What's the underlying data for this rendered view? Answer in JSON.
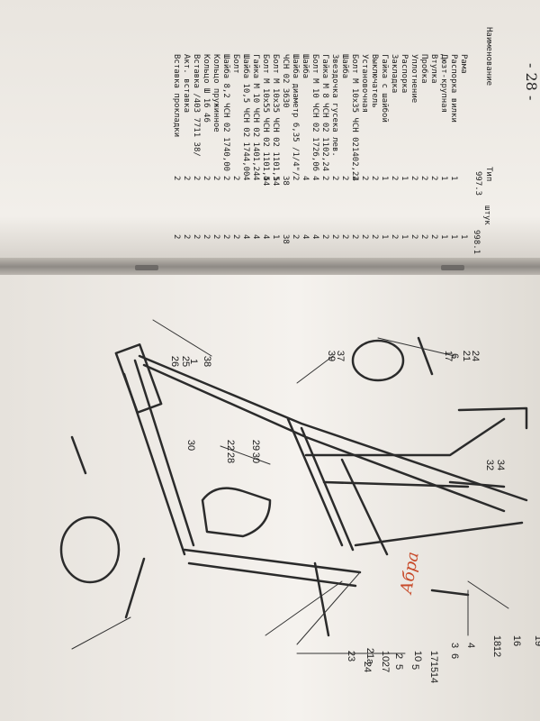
{
  "page_number": "- 28 -",
  "table_headers": {
    "name": "Наименование",
    "type": "Тип",
    "units": "штук",
    "model_a": "997.3",
    "model_b": "998.1",
    "col_index": "1"
  },
  "table_rows": [
    {
      "name": "Рама",
      "a": "",
      "b": "1"
    },
    {
      "name": "Распорка вилки",
      "a": "1",
      "b": "1"
    },
    {
      "name": "Дюзт-крупная",
      "a": "1",
      "b": "1"
    },
    {
      "name": "Втулка",
      "a": "2",
      "b": "2"
    },
    {
      "name": "Пробка",
      "a": "2",
      "b": "2"
    },
    {
      "name": "Уплотнение",
      "a": "2",
      "b": "2"
    },
    {
      "name": "Распорка",
      "a": "1",
      "b": "1"
    },
    {
      "name": "Закладка",
      "a": "2",
      "b": "2"
    },
    {
      "name": "Гайка с шайбой",
      "a": "1",
      "b": "1"
    },
    {
      "name": "Выключатель",
      "a": "2",
      "b": "2"
    },
    {
      "name": "Установочная",
      "a": "2",
      "b": "2"
    },
    {
      "name": "Болт М 10х35 ЧСН 021402,24",
      "a": "2",
      "b": "2"
    },
    {
      "name": "Шайба",
      "a": "2",
      "b": "2"
    },
    {
      "name": "Звездочка гусека лев.",
      "a": "2",
      "b": "2"
    },
    {
      "name": "Гайка М 8 ЧСН 02 1102,24",
      "a": "2",
      "b": "2"
    },
    {
      "name": "Болт М 10 ЧСН 02 1726,06",
      "a": "4",
      "b": "4"
    },
    {
      "name": "Шайба",
      "a": "4",
      "b": "4"
    },
    {
      "name": "Шайба диаметр 6,35 /1/4\"/",
      "a": "2",
      "b": "2"
    },
    {
      "name": "ЧСН 02 3630",
      "a": "38",
      "b": "38"
    },
    {
      "name": "Болт М 10х35 ЧСН 02 1101,54",
      "a": "1",
      "b": "1"
    },
    {
      "name": "Болт М 10х55 ЧСН 02 1101,54",
      "a": "4",
      "b": "4"
    },
    {
      "name": "Гайка М 10 ЧСН 02 1401,24",
      "a": "4",
      "b": "4"
    },
    {
      "name": "Шайба 10,5 ЧСН 02 1744,00",
      "a": "4",
      "b": "4"
    },
    {
      "name": "Болт",
      "a": "2",
      "b": "2"
    },
    {
      "name": "Шайба 8,2 ЧСН 02 1740,00",
      "a": "2",
      "b": "2"
    },
    {
      "name": "Кольцо пружинное",
      "a": "2",
      "b": "2"
    },
    {
      "name": "Кольцо Ш 16 46",
      "a": "2",
      "b": "2"
    },
    {
      "name": "Вставка /403 7711 38/",
      "a": "2",
      "b": "2"
    },
    {
      "name": "Акт. вставка",
      "a": "2",
      "b": "2"
    },
    {
      "name": "Вставка прокладки",
      "a": "2",
      "b": "2"
    }
  ],
  "part_numbers": {
    "n1": "1",
    "n2": "2",
    "n3": "3",
    "n4": "4",
    "n5": "5",
    "n6": "6",
    "n7": "7",
    "n10": "10",
    "n12": "12",
    "n14": "14",
    "n15": "15",
    "n16": "16",
    "n17": "17",
    "n18": "18",
    "n19": "19",
    "n21": "21",
    "n21a": "21a",
    "n22": "22",
    "n23": "23",
    "n24": "24",
    "n25": "25",
    "n26": "26",
    "n27": "27",
    "n28": "28",
    "n29": "29",
    "n30": "30",
    "n32": "32",
    "n34": "34",
    "n37": "37",
    "n38": "38",
    "n39": "39"
  },
  "signature": "Абра"
}
